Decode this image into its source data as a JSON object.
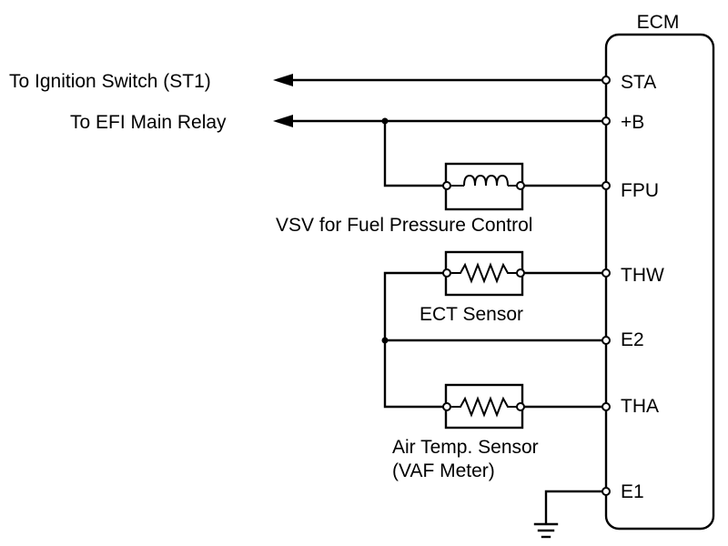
{
  "ecm": {
    "title": "ECM",
    "pins": {
      "sta": "STA",
      "plus_b": "+B",
      "fpu": "FPU",
      "thw": "THW",
      "e2": "E2",
      "tha": "THA",
      "e1": "E1"
    }
  },
  "labels": {
    "ignition": "To Ignition Switch (ST1)",
    "efi_relay": "To EFI Main Relay",
    "vsv": "VSV for Fuel Pressure Control",
    "ect": "ECT Sensor",
    "air_temp_line1": "Air Temp. Sensor",
    "air_temp_line2": "(VAF Meter)"
  },
  "components": {
    "vsv": "coil-icon",
    "ect": "resistor-icon",
    "air_temp": "resistor-icon"
  }
}
